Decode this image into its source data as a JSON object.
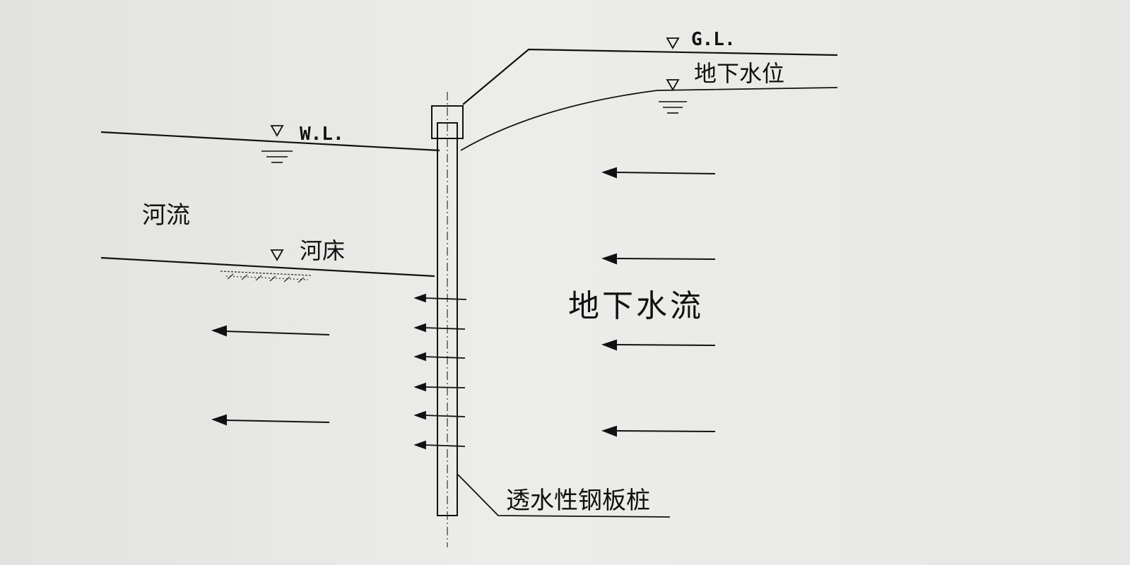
{
  "labels": {
    "ground_level": "G.L.",
    "groundwater_level": "地下水位",
    "water_level": "W.L.",
    "river": "河流",
    "riverbed": "河床",
    "groundwater_flow": "地下水流",
    "pile": "透水性钢板桩"
  }
}
